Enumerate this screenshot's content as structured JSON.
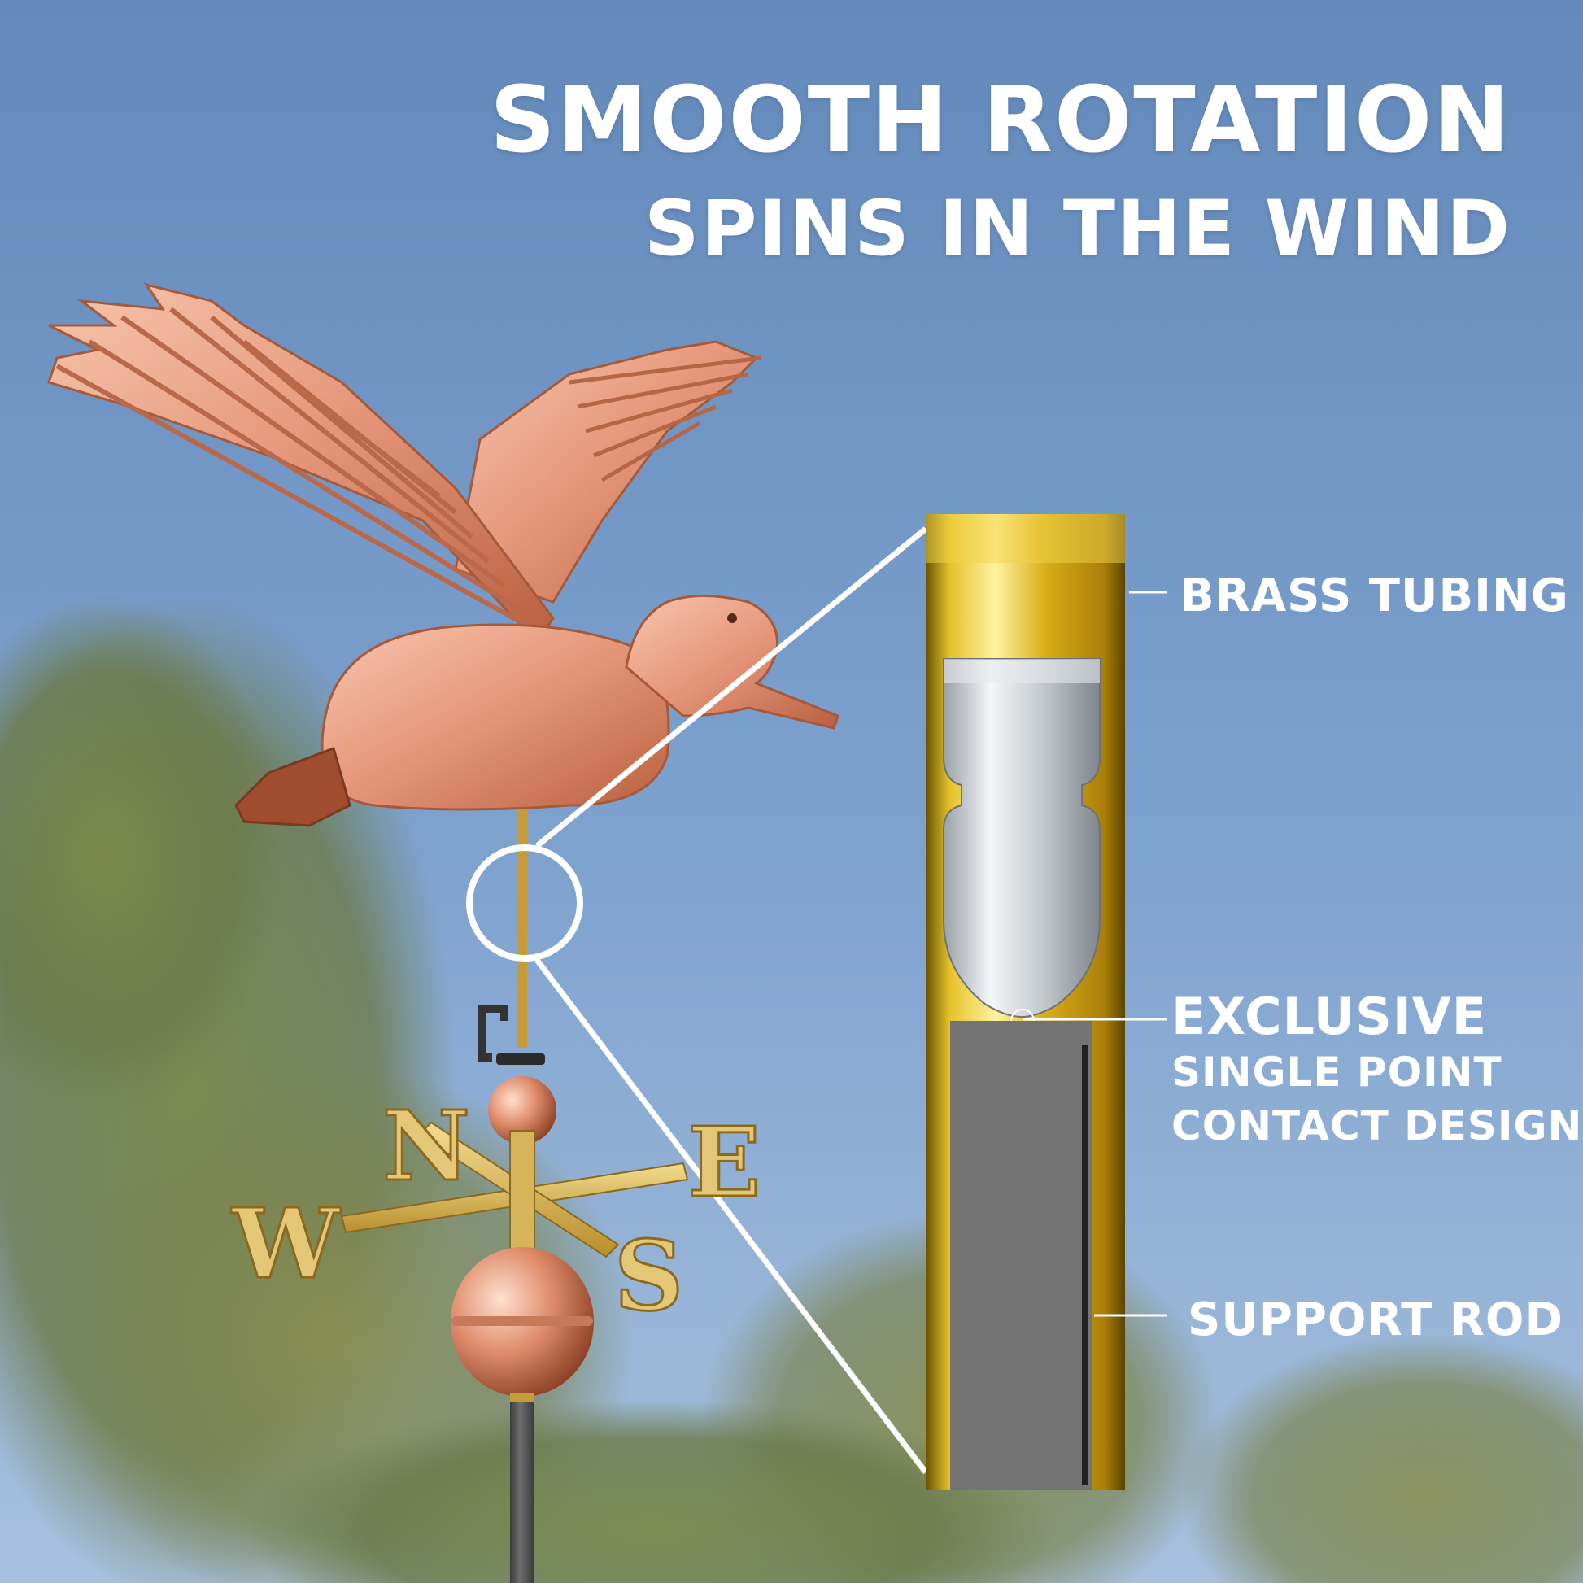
{
  "headline": {
    "line1": "SMOOTH ROTATION",
    "line2": "SPINS IN THE WIND"
  },
  "compass": {
    "north": "N",
    "east": "E",
    "south": "S",
    "west": "W"
  },
  "callouts": {
    "brass_tubing": "BRASS TUBING",
    "exclusive": "EXCLUSIVE",
    "single_point": "SINGLE POINT",
    "contact_design": "CONTACT DESIGN",
    "support_rod": "SUPPORT ROD"
  },
  "colors": {
    "sky_top": "#5f84b6",
    "sky_bottom": "#9ab8dc",
    "copper": "#e89a7c",
    "brass": "#d8b04a",
    "steel": "#c8ccd0",
    "rod": "#555555",
    "text": "#ffffff"
  }
}
